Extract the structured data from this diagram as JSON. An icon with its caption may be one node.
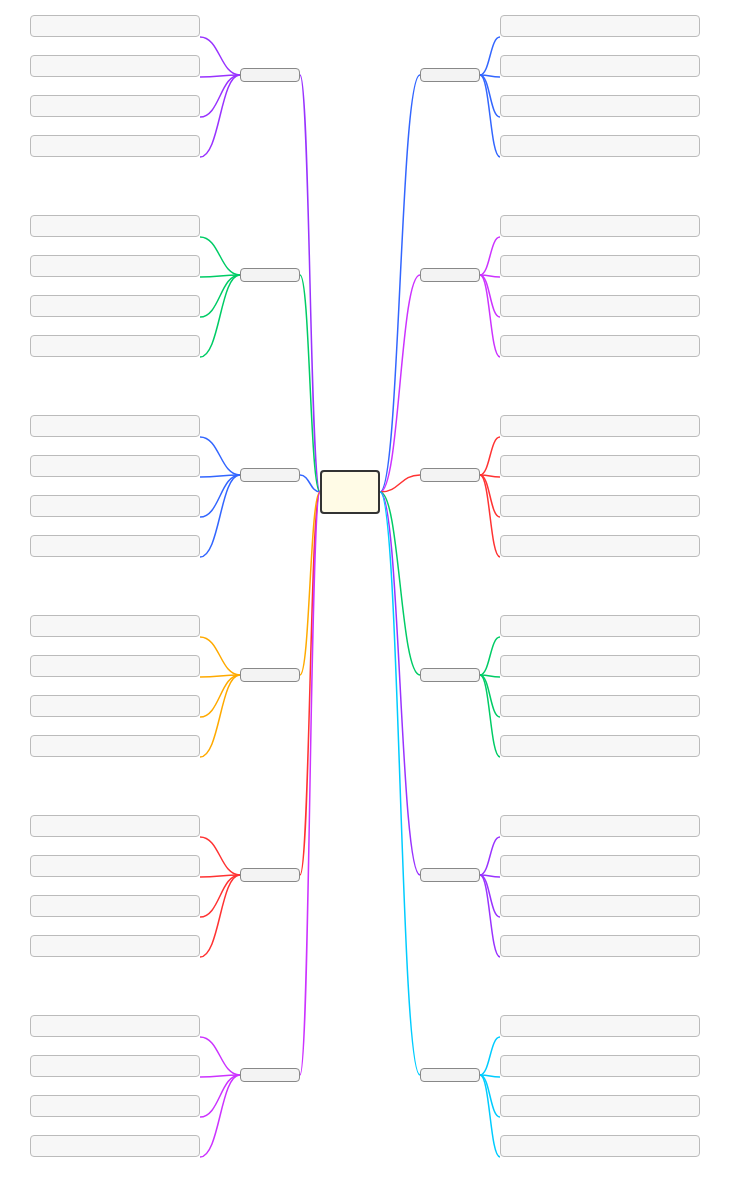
{
  "diagram": {
    "nodes": [
      {
        "text": [],
        "shape": "box"
      },
      {
        "text": [],
        "shape": "box"
      },
      {
        "text": [],
        "shape": "box"
      },
      {
        "text": [],
        "shape": "box"
      },
      {
        "text": [],
        "shape": "box"
      },
      {
        "text": [],
        "shape": "box"
      },
      {
        "text": [],
        "shape": "box"
      },
      {
        "text": [],
        "shape": "box"
      },
      {
        "text": [],
        "shape": "box"
      },
      {
        "text": [],
        "shape": "box"
      },
      {
        "text": [],
        "shape": "box"
      },
      {
        "text": [],
        "shape": "box"
      },
      {
        "text": [],
        "shape": "box"
      },
      {
        "text": [],
        "shape": "box"
      },
      {
        "text": [],
        "shape": "box"
      },
      {
        "text": [],
        "shape": "box"
      },
      {
        "text": [],
        "shape": "box"
      },
      {
        "text": [],
        "shape": "box"
      },
      {
        "text": [],
        "shape": "box"
      },
      {
        "text": [],
        "shape": "box"
      },
      {
        "text": [],
        "shape": "box"
      },
      {
        "text": [],
        "shape": "box"
      },
      {
        "text": [],
        "shape": "box"
      },
      {
        "text": [],
        "shape": "box"
      },
      {
        "text": [],
        "shape": "box"
      },
      {
        "text": [],
        "shape": "box"
      },
      {
        "text": [],
        "shape": "box"
      },
      {
        "text": [],
        "shape": "box"
      },
      {
        "text": [],
        "shape": "box"
      },
      {
        "text": [],
        "shape": "box"
      },
      {
        "text": [],
        "shape": "box"
      },
      {
        "text": [],
        "shape": "box"
      },
      {
        "text": [],
        "shape": "box"
      },
      {
        "text": [],
        "shape": "box"
      },
      {
        "text": [],
        "shape": "box"
      },
      {
        "text": [],
        "shape": "box"
      },
      {
        "text": [],
        "shape": "box"
      },
      {
        "text": [],
        "shape": "box"
      },
      {
        "text": [],
        "shape": "box"
      },
      {
        "text": [],
        "shape": "box"
      },
      {
        "text": [],
        "shape": "box"
      },
      {
        "text": [],
        "shape": "box"
      },
      {
        "text": [],
        "shape": "box"
      },
      {
        "text": [],
        "shape": "box"
      },
      {
        "text": [],
        "shape": "box"
      },
      {
        "text": [],
        "shape": "box"
      },
      {
        "text": [],
        "shape": "box"
      },
      {
        "text": [],
        "shape": "box"
      },
      {
        "text": [],
        "shape": "box"
      },
      {
        "text": [],
        "shape": "box"
      },
      {
        "text": [],
        "shape": "box"
      },
      {
        "text": [],
        "shape": "box"
      },
      {
        "text": [],
        "shape": "box"
      },
      {
        "text": [],
        "shape": "box"
      },
      {
        "text": [],
        "shape": "box"
      },
      {
        "text": [],
        "shape": "box"
      },
      {
        "text": [],
        "shape": "box"
      },
      {
        "text": [],
        "shape": "box"
      },
      {
        "text": [],
        "shape": "box"
      },
      {
        "text": [],
        "shape": "box"
      },
      {
        "text": [],
        "shape": "box"
      }
    ],
    "edges": [
      {
        "from": 0,
        "to": 1,
        "arrow": "none",
        "color": "#9933ff"
      },
      {
        "from": 1,
        "to": 2,
        "arrow": "none",
        "color": "#9933ff"
      },
      {
        "from": 1,
        "to": 3,
        "arrow": "none",
        "color": "#9933ff"
      },
      {
        "from": 1,
        "to": 4,
        "arrow": "none",
        "color": "#9933ff"
      },
      {
        "from": 1,
        "to": 5,
        "arrow": "none",
        "color": "#9933ff"
      },
      {
        "from": 0,
        "to": 6,
        "arrow": "none",
        "color": "#00cc66"
      },
      {
        "from": 6,
        "to": 7,
        "arrow": "none",
        "color": "#00cc66"
      },
      {
        "from": 6,
        "to": 8,
        "arrow": "none",
        "color": "#00cc66"
      },
      {
        "from": 6,
        "to": 9,
        "arrow": "none",
        "color": "#00cc66"
      },
      {
        "from": 6,
        "to": 10,
        "arrow": "none",
        "color": "#00cc66"
      },
      {
        "from": 0,
        "to": 11,
        "arrow": "none",
        "color": "#3366ff"
      },
      {
        "from": 11,
        "to": 12,
        "arrow": "none",
        "color": "#3366ff"
      },
      {
        "from": 11,
        "to": 13,
        "arrow": "none",
        "color": "#3366ff"
      },
      {
        "from": 11,
        "to": 14,
        "arrow": "none",
        "color": "#3366ff"
      },
      {
        "from": 11,
        "to": 15,
        "arrow": "none",
        "color": "#3366ff"
      },
      {
        "from": 0,
        "to": 16,
        "arrow": "none",
        "color": "#ffaa00"
      },
      {
        "from": 16,
        "to": 17,
        "arrow": "none",
        "color": "#ffaa00"
      },
      {
        "from": 16,
        "to": 18,
        "arrow": "none",
        "color": "#ffaa00"
      },
      {
        "from": 16,
        "to": 19,
        "arrow": "none",
        "color": "#ffaa00"
      },
      {
        "from": 16,
        "to": 20,
        "arrow": "none",
        "color": "#ffaa00"
      },
      {
        "from": 0,
        "to": 21,
        "arrow": "none",
        "color": "#ff3333"
      },
      {
        "from": 21,
        "to": 22,
        "arrow": "none",
        "color": "#ff3333"
      },
      {
        "from": 21,
        "to": 23,
        "arrow": "none",
        "color": "#ff3333"
      },
      {
        "from": 21,
        "to": 24,
        "arrow": "none",
        "color": "#ff3333"
      },
      {
        "from": 21,
        "to": 25,
        "arrow": "none",
        "color": "#ff3333"
      },
      {
        "from": 0,
        "to": 26,
        "arrow": "none",
        "color": "#cc33ff"
      },
      {
        "from": 26,
        "to": 27,
        "arrow": "none",
        "color": "#cc33ff"
      },
      {
        "from": 26,
        "to": 28,
        "arrow": "none",
        "color": "#cc33ff"
      },
      {
        "from": 26,
        "to": 29,
        "arrow": "none",
        "color": "#cc33ff"
      },
      {
        "from": 26,
        "to": 30,
        "arrow": "none",
        "color": "#cc33ff"
      },
      {
        "from": 0,
        "to": 31,
        "arrow": "none",
        "color": "#3366ff"
      },
      {
        "from": 31,
        "to": 32,
        "arrow": "none",
        "color": "#3366ff"
      },
      {
        "from": 31,
        "to": 33,
        "arrow": "none",
        "color": "#3366ff"
      },
      {
        "from": 31,
        "to": 34,
        "arrow": "none",
        "color": "#3366ff"
      },
      {
        "from": 31,
        "to": 35,
        "arrow": "none",
        "color": "#3366ff"
      },
      {
        "from": 0,
        "to": 36,
        "arrow": "none",
        "color": "#cc33ff"
      },
      {
        "from": 36,
        "to": 37,
        "arrow": "none",
        "color": "#cc33ff"
      },
      {
        "from": 36,
        "to": 38,
        "arrow": "none",
        "color": "#cc33ff"
      },
      {
        "from": 36,
        "to": 39,
        "arrow": "none",
        "color": "#cc33ff"
      },
      {
        "from": 36,
        "to": 40,
        "arrow": "none",
        "color": "#cc33ff"
      },
      {
        "from": 0,
        "to": 41,
        "arrow": "none",
        "color": "#ff3333"
      },
      {
        "from": 41,
        "to": 42,
        "arrow": "none",
        "color": "#ff3333"
      },
      {
        "from": 41,
        "to": 43,
        "arrow": "none",
        "color": "#ff3333"
      },
      {
        "from": 41,
        "to": 44,
        "arrow": "none",
        "color": "#ff3333"
      },
      {
        "from": 41,
        "to": 45,
        "arrow": "none",
        "color": "#ff3333"
      },
      {
        "from": 0,
        "to": 46,
        "arrow": "none",
        "color": "#00cc66"
      },
      {
        "from": 46,
        "to": 47,
        "arrow": "none",
        "color": "#00cc66"
      },
      {
        "from": 46,
        "to": 48,
        "arrow": "none",
        "color": "#00cc66"
      },
      {
        "from": 46,
        "to": 49,
        "arrow": "none",
        "color": "#00cc66"
      },
      {
        "from": 46,
        "to": 50,
        "arrow": "none",
        "color": "#00cc66"
      },
      {
        "from": 0,
        "to": 51,
        "arrow": "none",
        "color": "#9933ff"
      },
      {
        "from": 51,
        "to": 52,
        "arrow": "none",
        "color": "#9933ff"
      },
      {
        "from": 51,
        "to": 53,
        "arrow": "none",
        "color": "#9933ff"
      },
      {
        "from": 51,
        "to": 54,
        "arrow": "none",
        "color": "#9933ff"
      },
      {
        "from": 51,
        "to": 55,
        "arrow": "none",
        "color": "#9933ff"
      },
      {
        "from": 0,
        "to": 56,
        "arrow": "none",
        "color": "#00ccff"
      },
      {
        "from": 56,
        "to": 57,
        "arrow": "none",
        "color": "#00ccff"
      },
      {
        "from": 56,
        "to": 58,
        "arrow": "none",
        "color": "#00ccff"
      },
      {
        "from": 56,
        "to": 59,
        "arrow": "none",
        "color": "#00ccff"
      },
      {
        "from": 56,
        "to": 60,
        "arrow": "none",
        "color": "#00ccff"
      }
    ]
  }
}
